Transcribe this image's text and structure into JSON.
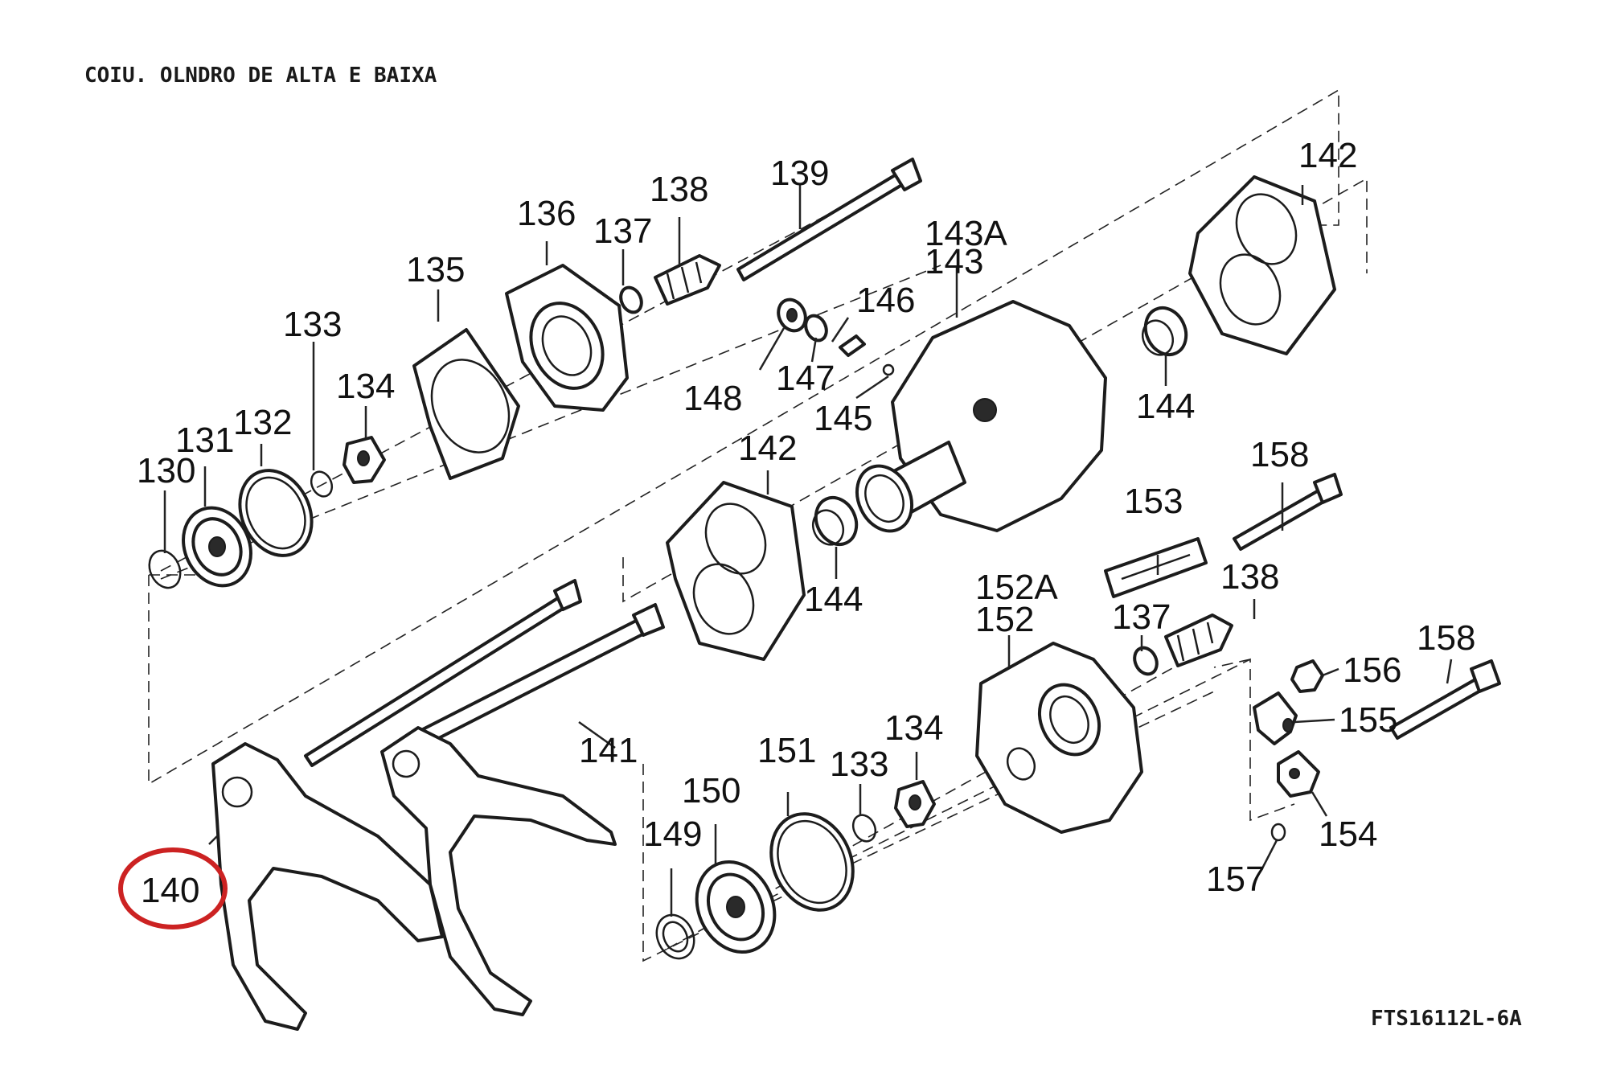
{
  "header": {
    "title": "COIU. OLNDRO DE ALTA E BAIXA"
  },
  "footer": {
    "code": "FTS16112L-6A"
  },
  "highlight": {
    "label": "140",
    "color": "#cc2222"
  },
  "labels": {
    "l130": "130",
    "l131": "131",
    "l132": "132",
    "l133a": "133",
    "l134a": "134",
    "l135": "135",
    "l136": "136",
    "l137a": "137",
    "l138a": "138",
    "l139": "139",
    "l141": "141",
    "l142a": "142",
    "l142b": "142",
    "l143a": "143A",
    "l143": "143",
    "l144a": "144",
    "l144b": "144",
    "l145": "145",
    "l146": "146",
    "l147": "147",
    "l148": "148",
    "l149": "149",
    "l150": "150",
    "l151": "151",
    "l133b": "133",
    "l134b": "134",
    "l152a": "152A",
    "l152": "152",
    "l153": "153",
    "l137b": "137",
    "l138b": "138",
    "l154": "154",
    "l155": "155",
    "l156": "156",
    "l157": "157",
    "l158a": "158",
    "l158b": "158"
  }
}
